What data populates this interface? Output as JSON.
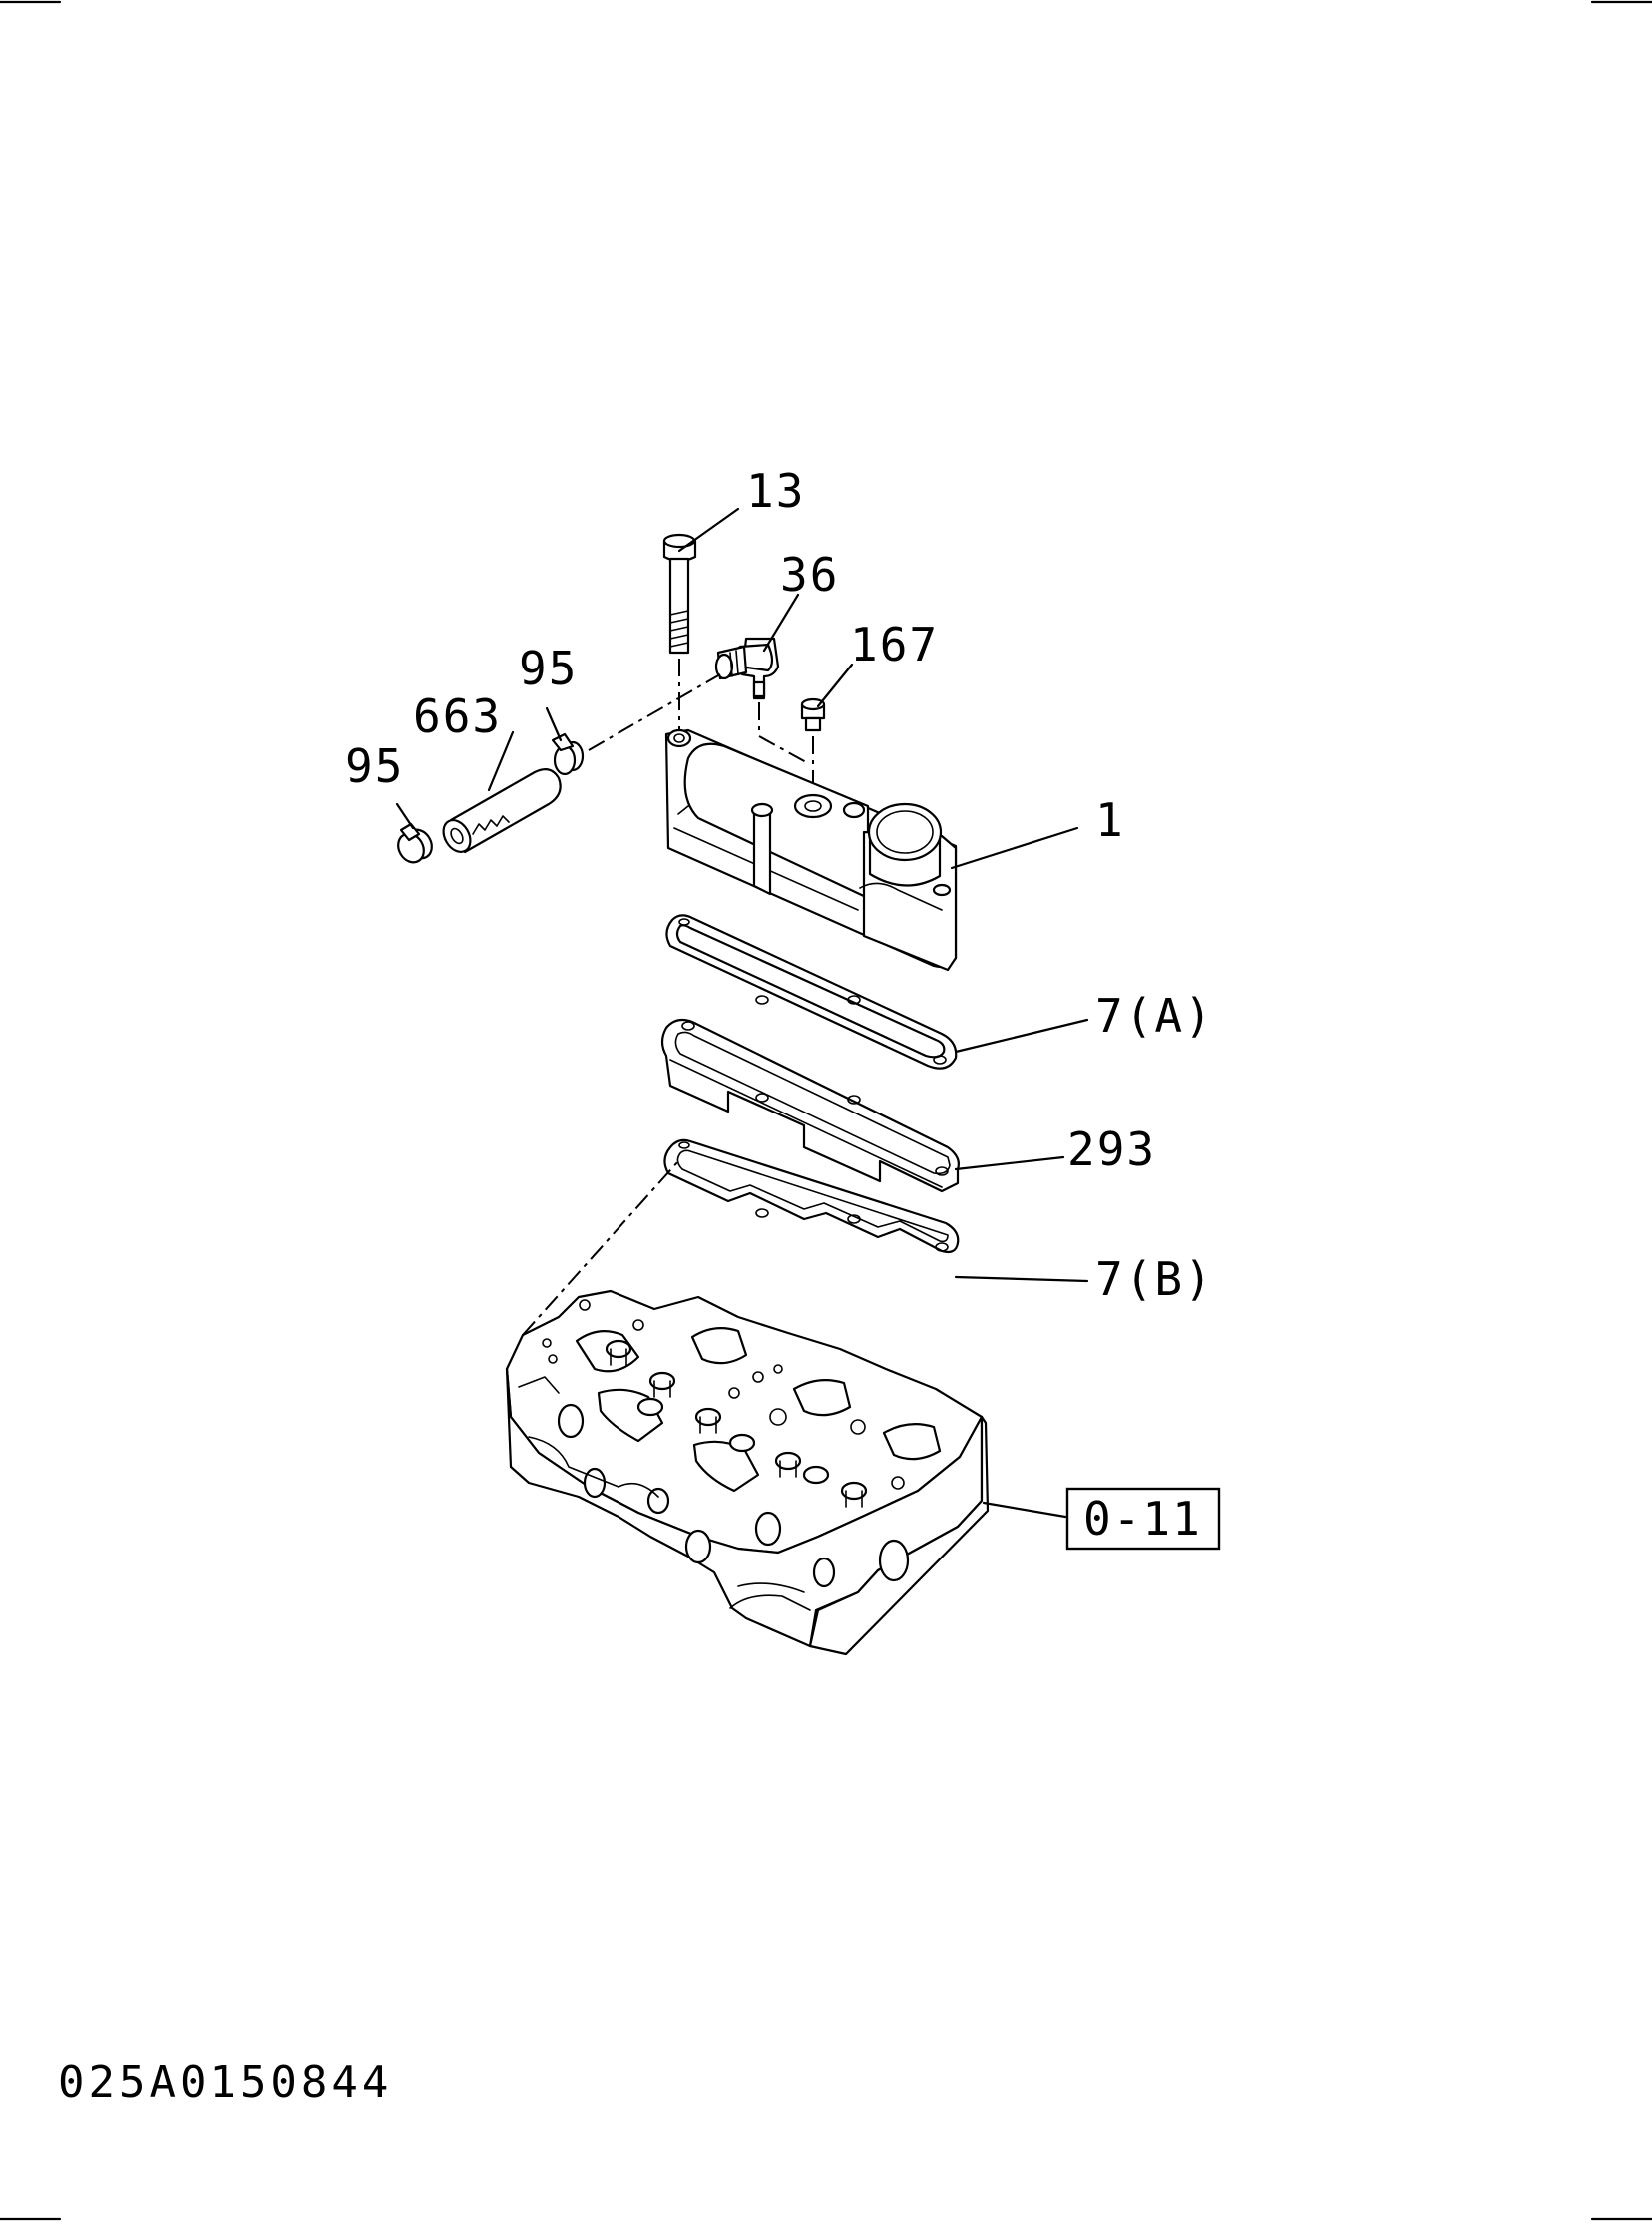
{
  "labels": {
    "p13": "13",
    "p36": "36",
    "p167": "167",
    "p95_top": "95",
    "p663": "663",
    "p95_left": "95",
    "p1": "1",
    "p7a": "7(A)",
    "p293": "293",
    "p7b": "7(B)"
  },
  "reference": "0-11",
  "drawing_code": "025A0150844"
}
